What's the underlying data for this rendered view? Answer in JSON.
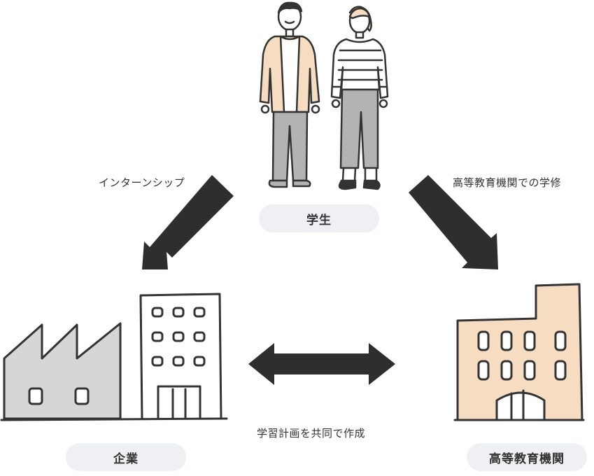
{
  "nodes": {
    "student": "学生",
    "company": "企業",
    "institution": "高等教育機関"
  },
  "edges": {
    "internship": "インターンシップ",
    "study": "高等教育機関での学修",
    "plan": "学習計画を共同で作成"
  },
  "colors": {
    "ink": "#333333",
    "arrow": "#2e2e2e",
    "pill_bg": "#eef0f3",
    "skin_tone_fill": "#f6dcc0",
    "pants_gray": "#b3b3b3",
    "factory_gray": "#d6d6d6"
  }
}
